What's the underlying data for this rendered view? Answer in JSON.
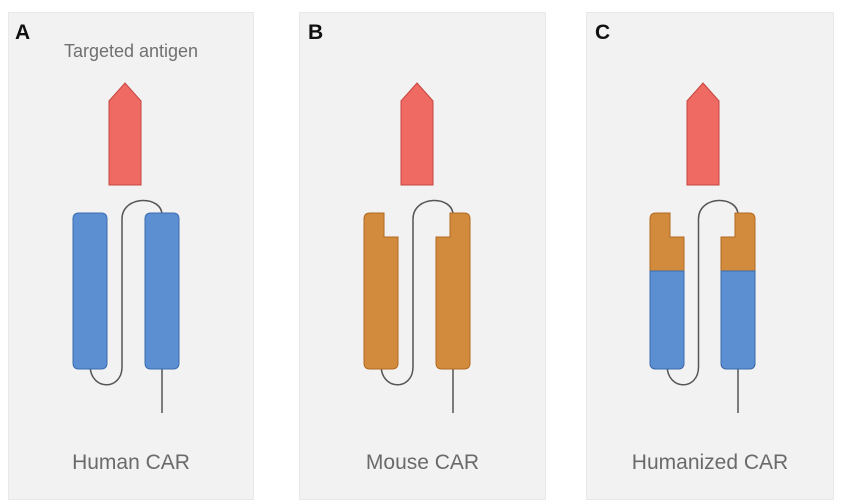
{
  "colors": {
    "antigen": "#ee6a63",
    "antigen_stroke": "#c84540",
    "human": "#5b8fd1",
    "human_stroke": "#3a6cb0",
    "mouse": "#d28a3c",
    "mouse_stroke": "#b06a20",
    "linker": "#555555",
    "panel_background": "#f2f2f2"
  },
  "panels": [
    {
      "letter": "A",
      "top_label": "Targeted antigen",
      "caption": "Human CAR",
      "domain": "human"
    },
    {
      "letter": "B",
      "top_label": "",
      "caption": "Mouse CAR",
      "domain": "mouse"
    },
    {
      "letter": "C",
      "top_label": "",
      "caption": "Humanized CAR",
      "domain": "humanized"
    }
  ]
}
